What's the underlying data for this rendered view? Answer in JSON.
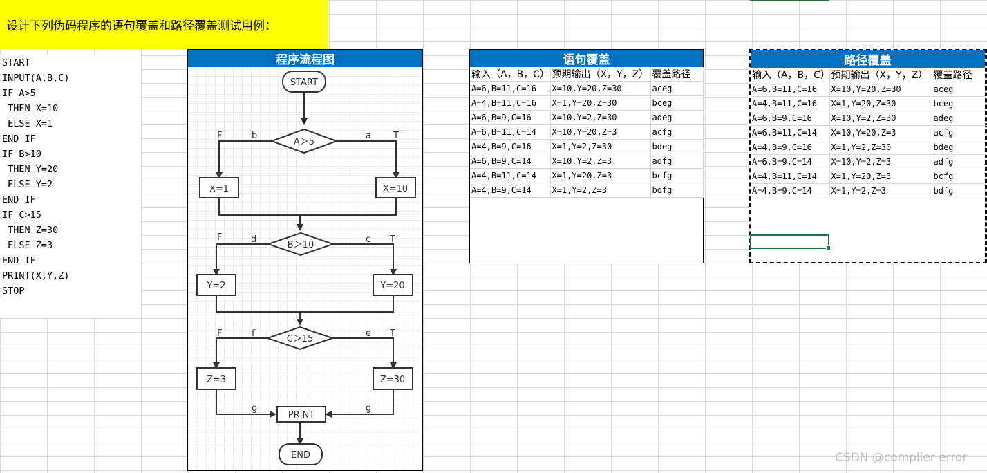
{
  "banner": {
    "text": "设计下列伪码程序的语句覆盖和路径覆盖测试用例："
  },
  "code_lines": [
    "START",
    "INPUT(A,B,C)",
    "IF A>5",
    " THEN X=10",
    " ELSE X=1",
    "END IF",
    "IF B>10",
    " THEN Y=20",
    " ELSE Y=2",
    "END IF",
    "IF C>15",
    " THEN Z=30",
    " ELSE Z=3",
    "END IF",
    "PRINT(X,Y,Z)",
    "STOP"
  ],
  "flowchart": {
    "title": "程序流程图",
    "start": "START",
    "end": "END",
    "print": "PRINT",
    "decisions": [
      "A＞5",
      "B＞10",
      "C＞15"
    ],
    "boxes_left": [
      "X=1",
      "Y=2",
      "Z=3"
    ],
    "boxes_right": [
      "X=10",
      "Y=20",
      "Z=30"
    ],
    "edge_labels": {
      "F": "F",
      "T": "T",
      "a": "a",
      "b": "b",
      "c": "c",
      "d": "d",
      "e": "e",
      "f": "f",
      "g": "g"
    }
  },
  "statement_coverage": {
    "title": "语句覆盖",
    "headers": [
      "输入（A，B，C）",
      "预期输出（X，Y，Z）",
      "覆盖路径"
    ],
    "rows": [
      [
        "A=6,B=11,C=16",
        "X=10,Y=20,Z=30",
        "aceg"
      ],
      [
        "A=4,B=11,C=16",
        "X=1,Y=20,Z=30",
        "bceg"
      ],
      [
        "A=6,B=9,C=16",
        "X=10,Y=2,Z=30",
        "adeg"
      ],
      [
        "A=6,B=11,C=14",
        "X=10,Y=20,Z=3",
        "acfg"
      ],
      [
        "A=4,B=9,C=16",
        "X=1,Y=2,Z=30",
        "bdeg"
      ],
      [
        "A=6,B=9,C=14",
        "X=10,Y=2,Z=3",
        "adfg"
      ],
      [
        "A=4,B=11,C=14",
        "X=1,Y=20,Z=3",
        "bcfg"
      ],
      [
        "A=4,B=9,C=14",
        "X=1,Y=2,Z=3",
        "bdfg"
      ]
    ]
  },
  "path_coverage": {
    "title": "路径覆盖",
    "headers": [
      "输入（A，B，C）",
      "预期输出（X，Y，Z）",
      "覆盖路径"
    ],
    "rows": [
      [
        "A=6,B=11,C=16",
        "X=10,Y=20,Z=30",
        "aceg"
      ],
      [
        "A=4,B=11,C=16",
        "X=1,Y=20,Z=30",
        "bceg"
      ],
      [
        "A=6,B=9,C=16",
        "X=10,Y=2,Z=30",
        "adeg"
      ],
      [
        "A=6,B=11,C=14",
        "X=10,Y=20,Z=3",
        "acfg"
      ],
      [
        "A=4,B=9,C=16",
        "X=1,Y=2,Z=30",
        "bdeg"
      ],
      [
        "A=6,B=9,C=14",
        "X=10,Y=2,Z=3",
        "adfg"
      ],
      [
        "A=4,B=11,C=14",
        "X=1,Y=20,Z=3",
        "bcfg"
      ],
      [
        "A=4,B=9,C=14",
        "X=1,Y=2,Z=3",
        "bdfg"
      ]
    ]
  },
  "watermark": "CSDN @complier error",
  "colors": {
    "banner": "#ffff00",
    "header_blue": "#0070c0",
    "selection_green": "#217346"
  }
}
